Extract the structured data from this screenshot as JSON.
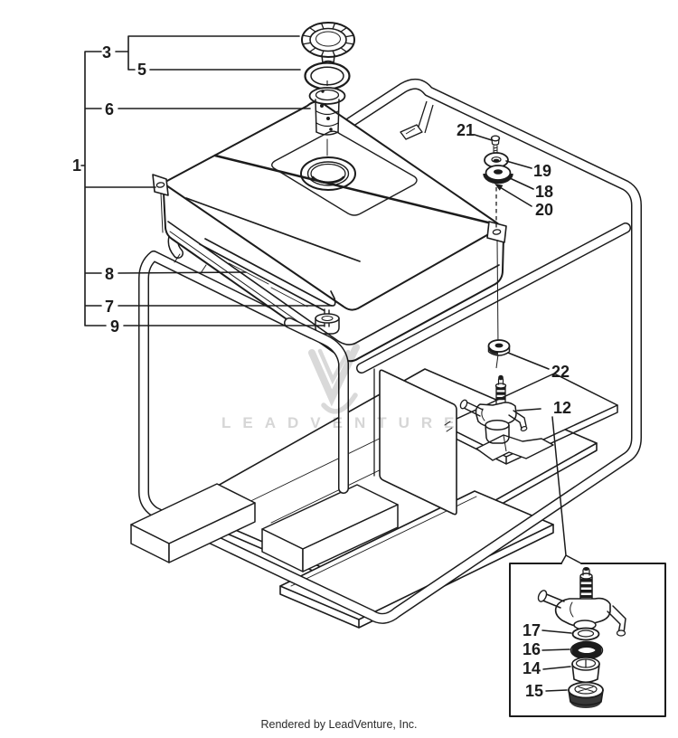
{
  "diagram": {
    "callouts": {
      "c1": "1",
      "c3": "3",
      "c5": "5",
      "c6": "6",
      "c7": "7",
      "c8": "8",
      "c9": "9",
      "c12": "12",
      "c14": "14",
      "c15": "15",
      "c16": "16",
      "c17": "17",
      "c18": "18",
      "c19": "19",
      "c20": "20",
      "c21": "21",
      "c22": "22"
    }
  },
  "watermark": {
    "text": "LEADVENTURE"
  },
  "footer": {
    "credit": "Rendered by LeadVenture, Inc."
  },
  "colors": {
    "ink": "#1c1c1c",
    "paper": "#ffffff",
    "watermark_gray": "#d6d6d6"
  }
}
